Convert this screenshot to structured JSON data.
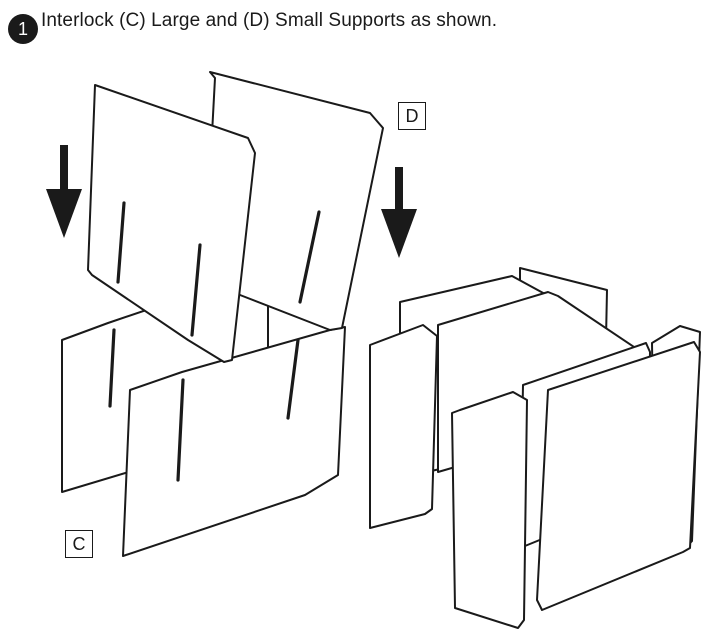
{
  "step": {
    "number": "1",
    "instruction": "Interlock (C) Large and (D) Small Supports as shown."
  },
  "callouts": {
    "small_support": "D",
    "large_support": "C"
  },
  "icons": [
    "down-arrow-icon",
    "down-arrow-icon"
  ],
  "colors": {
    "ink": "#1a1a1a",
    "paper": "#ffffff"
  }
}
